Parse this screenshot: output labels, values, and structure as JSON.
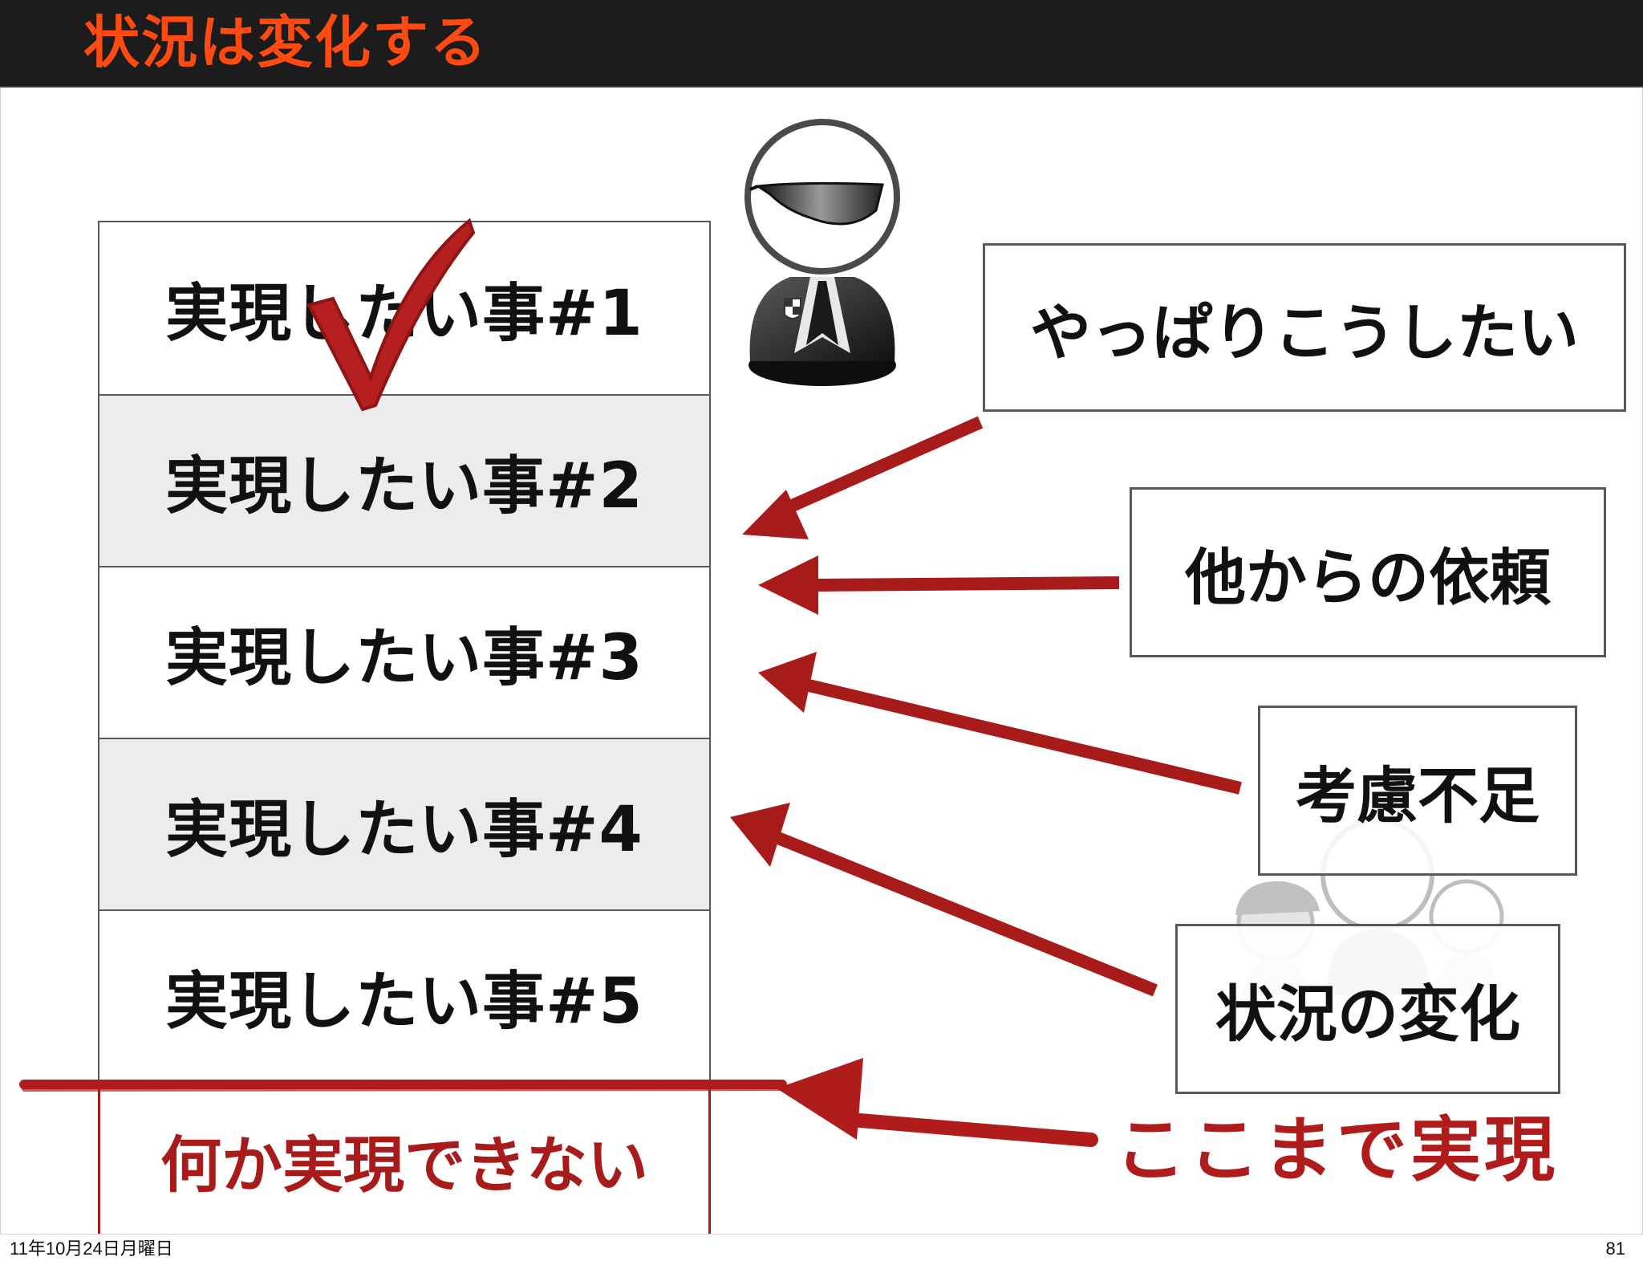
{
  "slide": {
    "title": "状況は変化する"
  },
  "stack": {
    "items": [
      {
        "label": "実現したい事#1",
        "done": true
      },
      {
        "label": "実現したい事#2"
      },
      {
        "label": "実現したい事#3"
      },
      {
        "label": "実現したい事#4"
      },
      {
        "label": "実現したい事#5"
      }
    ],
    "unrealized_label": "何か実現できない"
  },
  "reasons": [
    {
      "label": "やっぱりこうしたい"
    },
    {
      "label": "他からの依頼"
    },
    {
      "label": "考慮不足"
    },
    {
      "label": "状況の変化"
    }
  ],
  "annotation": {
    "achieved_label": "ここまで実現"
  },
  "footer": {
    "date": "11年10月24日月曜日",
    "page_number": "81"
  },
  "colors": {
    "title_accent": "#ff4a12",
    "arrow_red": "#a81b1b",
    "title_bar": "#1c1c1c"
  },
  "icons": [
    "checkmark-icon",
    "person-with-sunglasses-icon",
    "people-group-icon"
  ]
}
